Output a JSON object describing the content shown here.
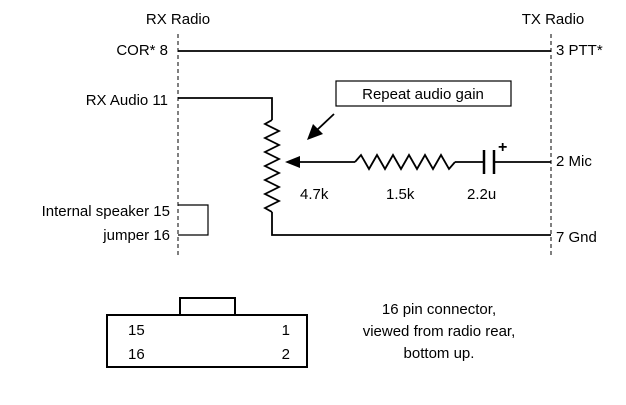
{
  "header": {
    "rx_title": "RX Radio",
    "tx_title": "TX Radio"
  },
  "rx_pins": {
    "cor": "COR* 8",
    "rx_audio": "RX Audio 11",
    "speaker_15": "Internal speaker 15",
    "jumper_16": "jumper  16"
  },
  "tx_pins": {
    "ptt": "3 PTT*",
    "mic": "2 Mic",
    "gnd": "7 Gnd"
  },
  "components": {
    "pot_value": "4.7k",
    "resistor_value": "1.5k",
    "cap_value": "2.2u",
    "cap_polarity": "+",
    "pot_callout": "Repeat audio gain"
  },
  "connector": {
    "pin_tl": "15",
    "pin_tr": "1",
    "pin_bl": "16",
    "pin_br": "2",
    "caption": [
      "16 pin connector,",
      "viewed from radio rear,",
      "bottom up."
    ]
  }
}
